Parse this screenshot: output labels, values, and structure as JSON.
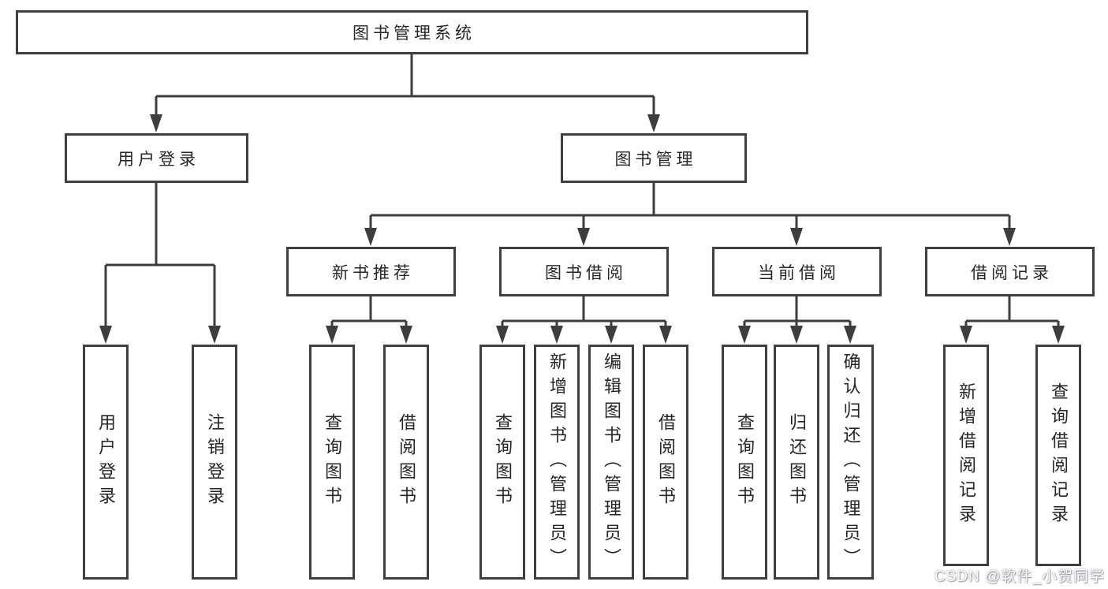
{
  "tree": {
    "root": {
      "label": "图书管理系统"
    },
    "children": [
      {
        "label": "用户登录",
        "children": [
          "用户登录",
          "注销登录"
        ]
      },
      {
        "label": "图书管理",
        "children": [
          {
            "label": "新书推荐",
            "children": [
              "查询图书",
              "借阅图书"
            ]
          },
          {
            "label": "图书借阅",
            "children": [
              "查询图书",
              "新增图书（管理员）",
              "编辑图书（管理员）",
              "借阅图书"
            ]
          },
          {
            "label": "当前借阅",
            "children": [
              "查询图书",
              "归还图书",
              "确认归还（管理员）"
            ]
          },
          {
            "label": "借阅记录",
            "children": [
              "新增借阅记录",
              "查询借阅记录"
            ]
          }
        ]
      }
    ]
  },
  "watermark": {
    "text": "CSDN @软件_小贺同学"
  },
  "colors": {
    "line": "#3d3d3d",
    "box_border": "#3f3f3f",
    "text": "#262626",
    "background": "#ffffff"
  }
}
